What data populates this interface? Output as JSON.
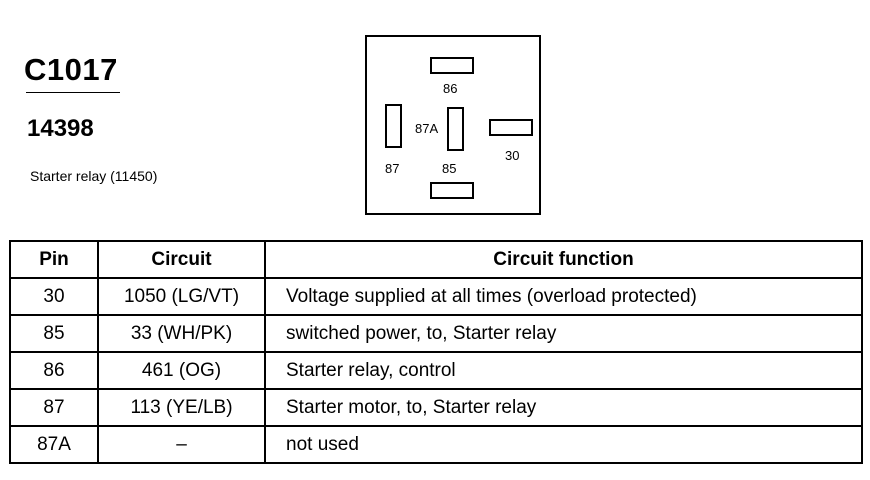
{
  "connector": {
    "id": "C1017",
    "part_number": "14398",
    "description": "Starter relay (11450)"
  },
  "diagram": {
    "terminals": [
      "86",
      "87A",
      "30",
      "87",
      "85"
    ]
  },
  "table": {
    "headers": [
      "Pin",
      "Circuit",
      "Circuit function"
    ],
    "rows": [
      {
        "pin": "30",
        "circuit": "1050 (LG/VT)",
        "function": "Voltage supplied at all times (overload protected)"
      },
      {
        "pin": "85",
        "circuit": "33 (WH/PK)",
        "function": "switched power, to, Starter relay"
      },
      {
        "pin": "86",
        "circuit": "461 (OG)",
        "function": "Starter relay, control"
      },
      {
        "pin": "87",
        "circuit": "113 (YE/LB)",
        "function": "Starter motor, to, Starter relay"
      },
      {
        "pin": "87A",
        "circuit": "–",
        "function": "not used"
      }
    ]
  }
}
